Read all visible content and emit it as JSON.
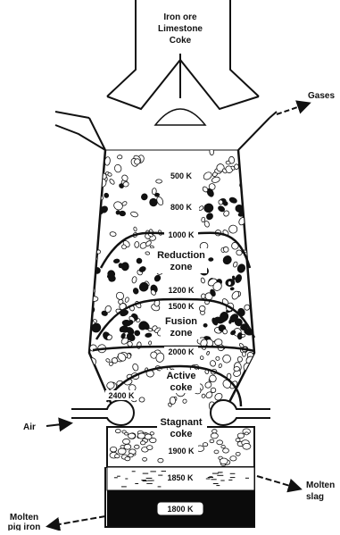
{
  "input_label": [
    "Iron ore",
    "Limestone",
    "Coke"
  ],
  "outputs": {
    "gases": "Gases",
    "air": "Air",
    "slag": [
      "Molten",
      "slag"
    ],
    "pig_iron": [
      "Molten",
      "pig iron"
    ]
  },
  "zones": {
    "reduction": [
      "Reduction",
      "zone"
    ],
    "fusion": [
      "Fusion",
      "zone"
    ],
    "active_coke": [
      "Active",
      "coke"
    ],
    "stagnant_coke": [
      "Stagnant",
      "coke"
    ]
  },
  "temperatures": {
    "t500": "500 K",
    "t800": "800 K",
    "t1000": "1000 K",
    "t1200": "1200 K",
    "t1500": "1500 K",
    "t2000": "2000 K",
    "t2400": "2400 K",
    "t1900": "1900 K",
    "t1850": "1850 K",
    "t1800": "1800 K"
  },
  "colors": {
    "ink": "#111111",
    "background": "#ffffff"
  }
}
